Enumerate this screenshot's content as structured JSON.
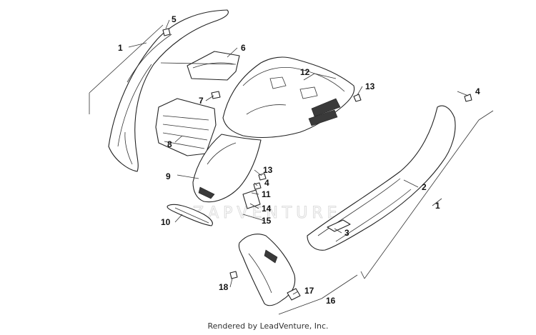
{
  "footer": {
    "credit": "Rendered by LeadVenture, Inc."
  },
  "watermark": {
    "text": "ZAPVENTURE"
  },
  "callouts": [
    {
      "id": "c1a",
      "label": "1"
    },
    {
      "id": "c5",
      "label": "5"
    },
    {
      "id": "c6",
      "label": "6"
    },
    {
      "id": "c7",
      "label": "7"
    },
    {
      "id": "c8",
      "label": "8"
    },
    {
      "id": "c9",
      "label": "9"
    },
    {
      "id": "c10",
      "label": "10"
    },
    {
      "id": "c12",
      "label": "12"
    },
    {
      "id": "c13a",
      "label": "13"
    },
    {
      "id": "c4a",
      "label": "4"
    },
    {
      "id": "c13b",
      "label": "13"
    },
    {
      "id": "c4b",
      "label": "4"
    },
    {
      "id": "c11",
      "label": "11"
    },
    {
      "id": "c14",
      "label": "14"
    },
    {
      "id": "c15",
      "label": "15"
    },
    {
      "id": "c2",
      "label": "2"
    },
    {
      "id": "c1b",
      "label": "1"
    },
    {
      "id": "c3",
      "label": "3"
    },
    {
      "id": "c17",
      "label": "17"
    },
    {
      "id": "c18",
      "label": "18"
    },
    {
      "id": "c16",
      "label": "16"
    }
  ]
}
